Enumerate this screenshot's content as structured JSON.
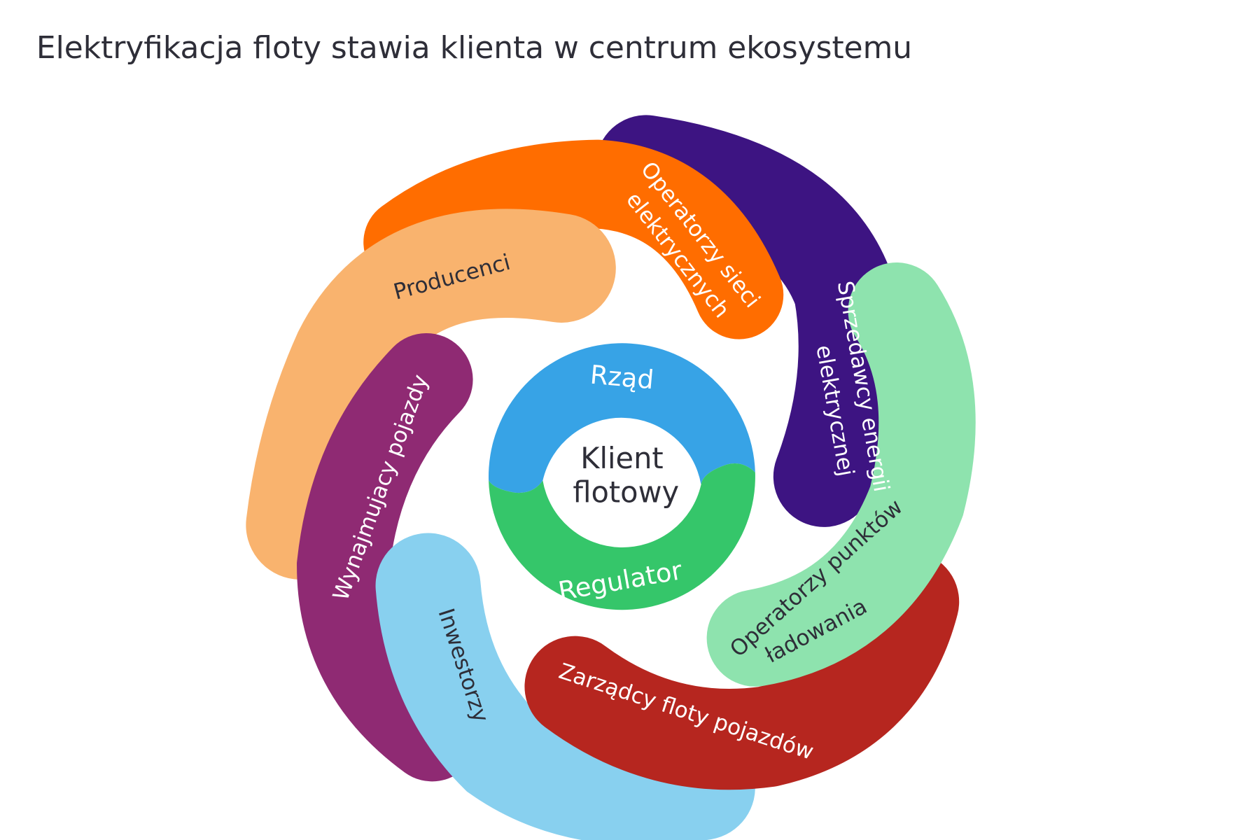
{
  "title": "Elektryfikacja floty stawia klienta w centrum ekosystemu",
  "center": {
    "line1": "Klient",
    "line2": "flotowy",
    "ring_top": "Rząd",
    "ring_bottom": "Regulator",
    "colors": {
      "top": "#37a3e6",
      "bottom": "#35c66a"
    }
  },
  "petals": {
    "producenci": {
      "label": "Producenci",
      "color": "#f9b36e"
    },
    "operatorzy_sieci": {
      "line1": "Operatorzy sieci",
      "line2": "elektrycznych",
      "color": "#ff6d00"
    },
    "sprzedawcy": {
      "line1": "Sprzedawcy energii",
      "line2": "elektrycznej",
      "color": "#3d1482"
    },
    "operatorzy_punktow": {
      "line1": "Operatorzy punktów",
      "line2": "ładowania",
      "color": "#8ee3ae"
    },
    "zarzadcy": {
      "label": "Zarządcy floty pojazdów",
      "color": "#b6261f"
    },
    "inwestorzy": {
      "label": "Inwestorzy",
      "color": "#88d0ef"
    },
    "wynajmujacy": {
      "label": "Wynajmujacy pojazdy",
      "color": "#8f2a73"
    }
  }
}
